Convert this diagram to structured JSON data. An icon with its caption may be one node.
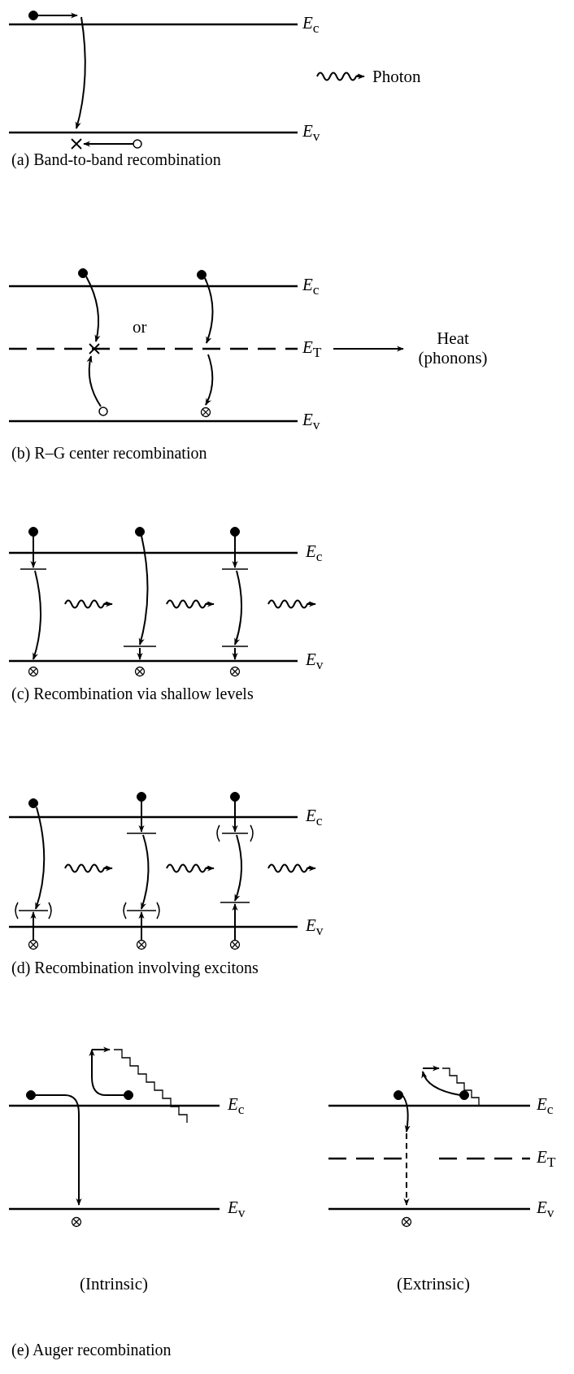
{
  "diagram": {
    "labels": [
      "*E*$_{c}$",
      "Photon",
      "*E*$_{v}$",
      "(a) Band-to-band recombination",
      "*E*$_{c}$",
      "or",
      "*E*$_{T}$",
      "Heat (phonons)",
      "*E*$_{v}$",
      "(b) R–G center recombination",
      "*E*$_{c}$",
      "*E*$_{v}$",
      "(c) Recombination via shallow levels",
      "*E*$_{c}$",
      "*E*$_{v}$",
      "(d) Recombination involving excitons",
      "*E*$_{c}$",
      "*E*$_{c}$",
      "*E*$_{T}$",
      "*E*$_{v}$",
      "*E*$_{v}$",
      "(Intrinsic)",
      "(Extrinsic)",
      "(e) Auger recombination"
    ]
  }
}
